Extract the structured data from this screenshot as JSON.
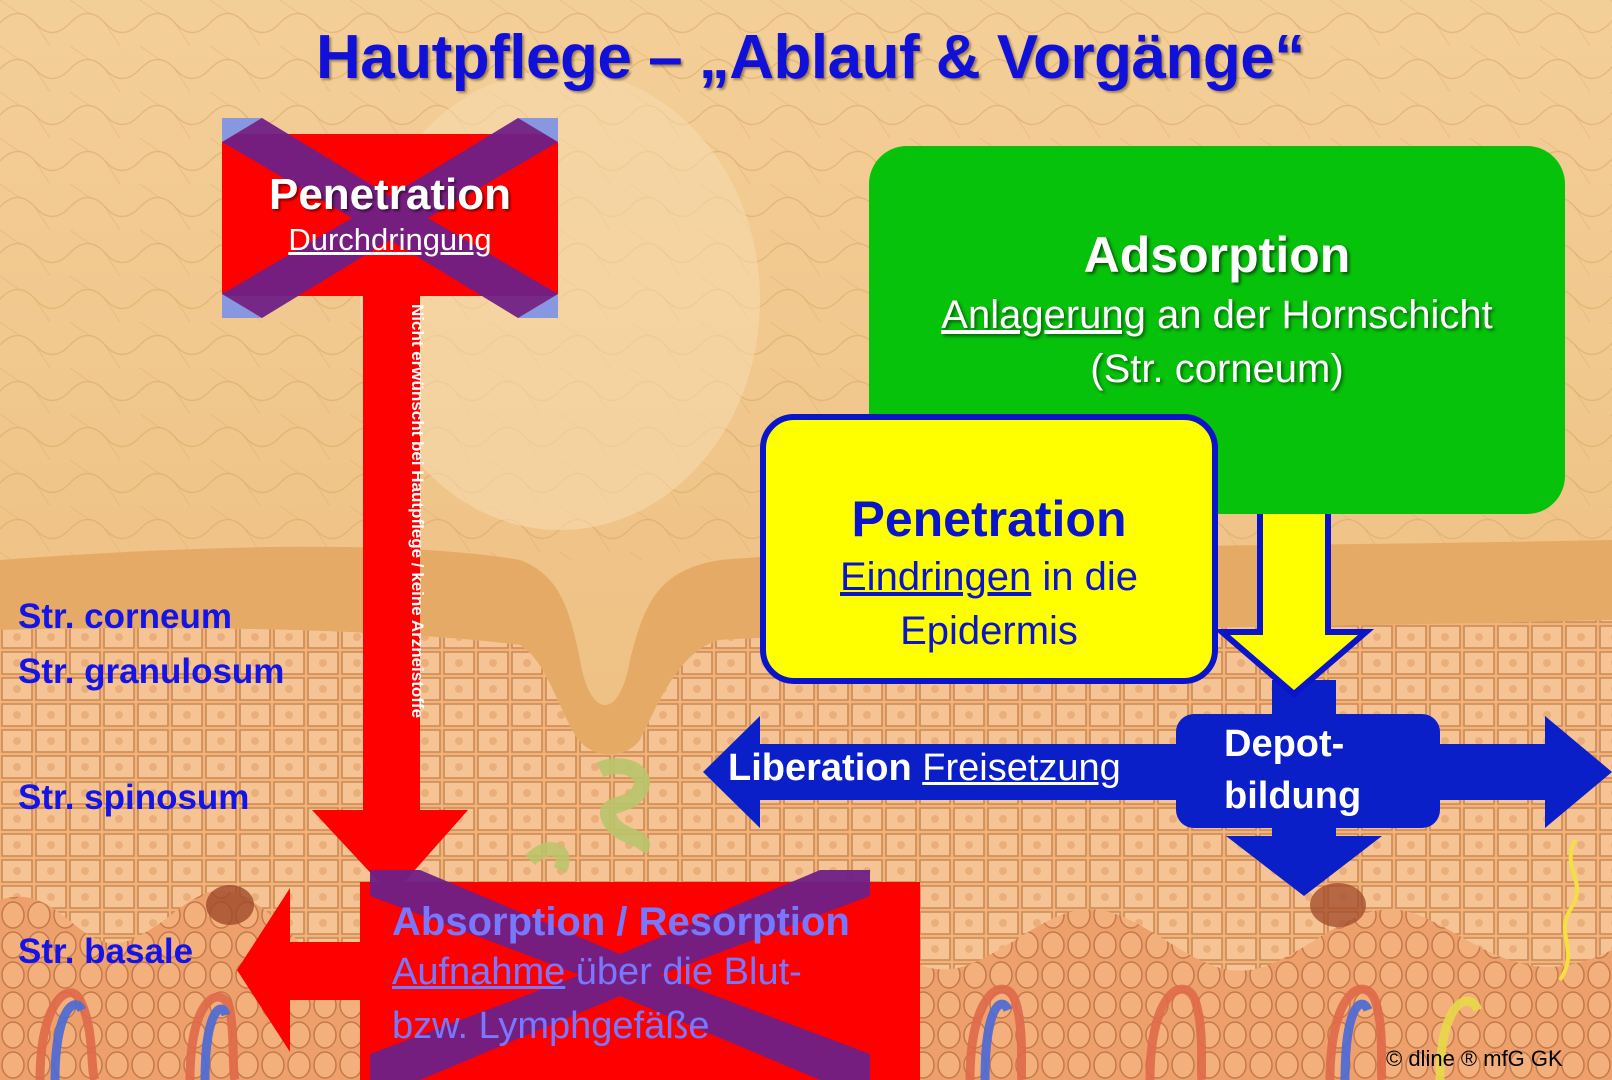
{
  "title": "Hautpflege – „Ablauf & Vorgänge“",
  "adsorption": {
    "heading": "Adsorption",
    "line1_underlined": "Anlagerung",
    "line1_rest": " an der Hornschicht",
    "line2": "(Str. corneum)"
  },
  "penetration_epidermis": {
    "heading": "Penetration",
    "line1_underlined": "Eindringen",
    "line1_rest": " in die",
    "line2": "Epidermis"
  },
  "penetration_crossed": {
    "heading": "Penetration",
    "subtitle": "Durchdringung"
  },
  "absorption_crossed": {
    "heading": "Absorption / Resorption",
    "line1_underlined": "Aufnahme",
    "line1_rest": " über die Blut-",
    "line2": "bzw. Lymphgefäße"
  },
  "vertical_note": "Nicht erwünscht bei Hautpflege / keine Arzneistoffe",
  "liberation": {
    "bold": "Liberation",
    "underlined": "Freisetzung"
  },
  "depot": {
    "line1": "Depot-",
    "line2": "bildung"
  },
  "skin_layers": [
    "Str. corneum",
    "Str. granulosum",
    "Str. spinosum",
    "Str. basale"
  ],
  "copyright": "© dline ®  mfG GK",
  "colors": {
    "title": "#1010d8",
    "green": "#07c20b",
    "yellow": "#ffff00",
    "red": "#ff0000",
    "blue_arrow": "#0a1fc8",
    "cross": "#6f1f86"
  }
}
